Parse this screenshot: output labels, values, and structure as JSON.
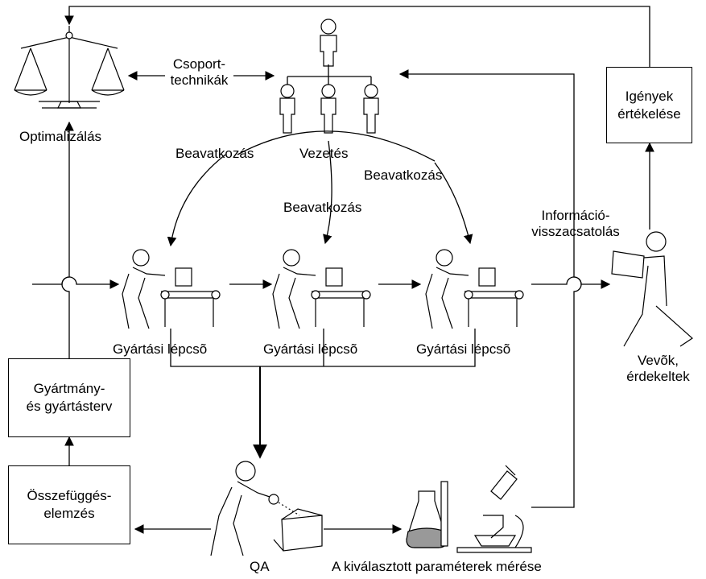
{
  "labels": {
    "csoport_line1": "Csoport-",
    "csoport_line2": "technikák",
    "optimalizalas": "Optimalizálás",
    "beavatkozas_left": "Beavatkozás",
    "vezetes": "Vezetés",
    "beavatkozas_right": "Beavatkozás",
    "beavatkozas_mid": "Beavatkozás",
    "informacio_line1": "Információ-",
    "informacio_line2": "visszacsatolás",
    "gyartasi_1": "Gyártási lépcsõ",
    "gyartasi_2": "Gyártási lépcsõ",
    "gyartasi_3": "Gyártási lépcsõ",
    "vevok_line1": "Vevõk,",
    "vevok_line2": "érdekeltek",
    "qa": "QA",
    "meres": "A kiválasztott paraméterek mérése"
  },
  "boxes": {
    "igenyek_line1": "Igények",
    "igenyek_line2": "értékelése",
    "gyartmany_line1": "Gyártmány-",
    "gyartmany_line2": "és gyártásterv",
    "osszefugges_line1": "Összefüggés-",
    "osszefugges_line2": "elemzés"
  }
}
